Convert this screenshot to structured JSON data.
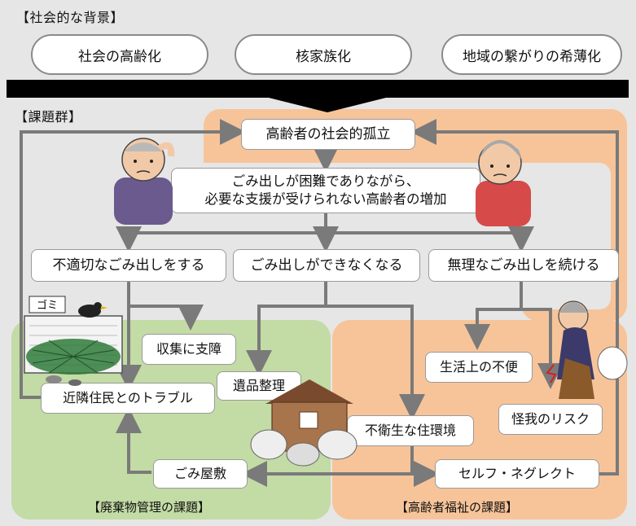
{
  "background_section": {
    "heading": "【社会的な背景】",
    "factors": [
      "社会の高齢化",
      "核家族化",
      "地域の繋がりの希薄化"
    ]
  },
  "issues_section": {
    "heading": "【課題群】"
  },
  "nodes": {
    "isolation": "高齢者の社会的孤立",
    "difficulty_line1": "ごみ出しが困難でありながら、",
    "difficulty_line2": "必要な支援が受けられない高齢者の増加",
    "improper_disposal": "不適切なごみ出しをする",
    "cannot_dispose": "ごみ出しができなくなる",
    "continue_unreasonable": "無理なごみ出しを続ける",
    "collection_hindrance": "収集に支障",
    "estate_cleanup": "遺品整理",
    "neighbor_trouble": "近隣住民とのトラブル",
    "garbage_house": "ごみ屋敷",
    "unsanitary_living": "不衛生な住環境",
    "daily_inconvenience": "生活上の不便",
    "injury_risk": "怪我のリスク",
    "self_neglect": "セルフ・ネグレクト"
  },
  "regions": {
    "waste_management": "【廃棄物管理の課題】",
    "elderly_welfare": "【高齢者福祉の課題】"
  },
  "illustrations": {
    "trash_sign_text": "ゴミ"
  },
  "colors": {
    "waste_region": "#c3dba5",
    "welfare_region": "#f7c49a",
    "arrow": "#7a7a7a",
    "band": "#000000"
  }
}
